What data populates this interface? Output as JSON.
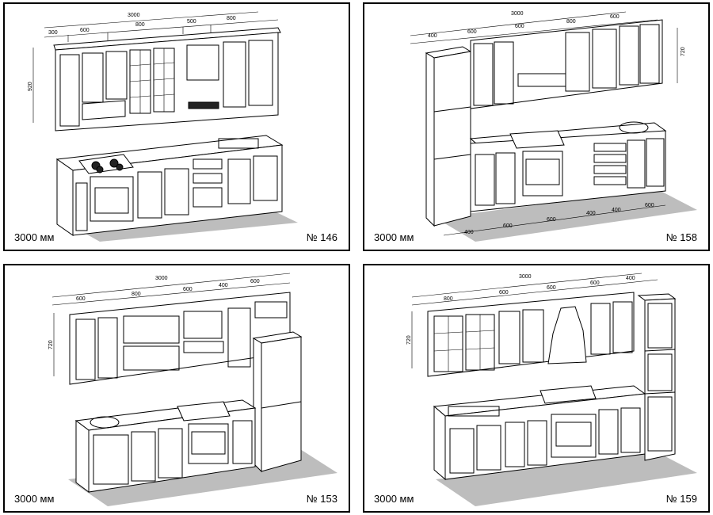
{
  "panels": [
    {
      "size_label": "3000 мм",
      "number_label": "№ 146",
      "dims_top": [
        "3000",
        "300",
        "600",
        "800",
        "500",
        "800"
      ],
      "dims_side": [
        "920"
      ]
    },
    {
      "size_label": "3000 мм",
      "number_label": "№ 158",
      "dims_top": [
        "3000",
        "400",
        "600",
        "600",
        "800",
        "600"
      ],
      "dims_side": [
        "720"
      ],
      "dims_bottom": [
        "400",
        "600",
        "600",
        "400",
        "400",
        "600"
      ]
    },
    {
      "size_label": "3000 мм",
      "number_label": "№ 153",
      "dims_top": [
        "3000",
        "600",
        "800",
        "600",
        "400",
        "600"
      ],
      "dims_side": [
        "720"
      ]
    },
    {
      "size_label": "3000 мм",
      "number_label": "№ 159",
      "dims_top": [
        "3000",
        "800",
        "600",
        "600",
        "600",
        "400"
      ],
      "dims_side": [
        "720"
      ]
    }
  ]
}
